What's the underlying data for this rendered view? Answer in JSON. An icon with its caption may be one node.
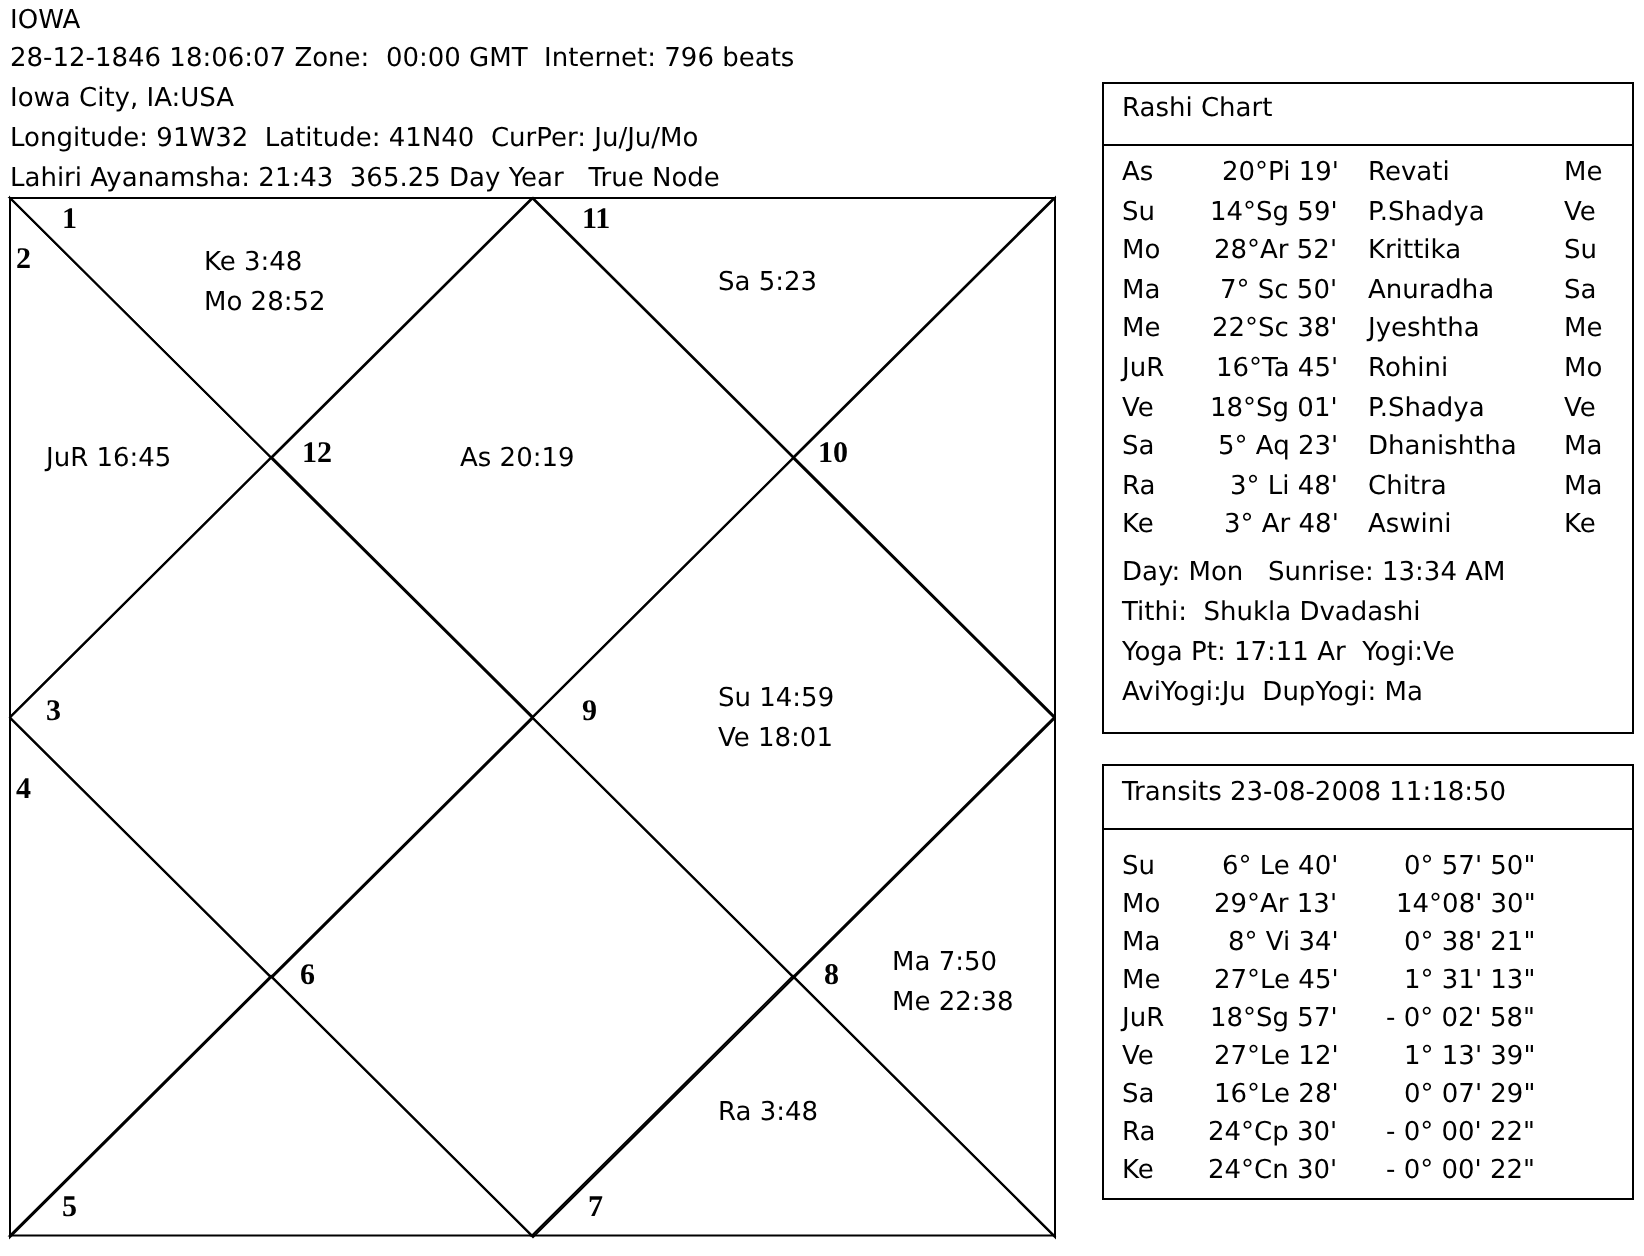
{
  "diagram": {
    "title": "IOWA",
    "nodes": [
      {
        "text": [
          "1",
          "Ke 3:48",
          "Mo 28:52"
        ]
      },
      {
        "text": [
          "2",
          "JuR 16:45"
        ]
      },
      {
        "text": [
          "3"
        ]
      },
      {
        "text": [
          "4"
        ]
      },
      {
        "text": [
          "5"
        ]
      },
      {
        "text": [
          "6"
        ]
      },
      {
        "text": [
          "7",
          "Ra 3:48"
        ]
      },
      {
        "text": [
          "8",
          "Ma 7:50",
          "Me 22:38"
        ]
      },
      {
        "text": [
          "9",
          "Su 14:59",
          "Ve 18:01"
        ]
      },
      {
        "text": [
          "10"
        ]
      },
      {
        "text": [
          "11",
          "Sa 5:23"
        ]
      },
      {
        "text": [
          "12",
          "As 20:19"
        ]
      },
      {
        "text": [
          "Rashi Chart"
        ]
      },
      {
        "text": [
          "Transits 23-08-2008 11:18:50"
        ]
      }
    ],
    "labels": [
      "28-12-1846 18:06:07 Zone:  00:00 GMT  Internet: 796 beats",
      "Iowa City, IA:USA",
      "Longitude: 91W32  Latitude: 41N40  CurPer: Ju/Ju/Mo",
      "Lahiri Ayanamsha: 21:43  365.25 Day Year   True Node",
      "As",
      "20°Pi 19'",
      "Revati",
      "Me",
      "Su",
      "14°Sg 59'",
      "P.Shadya",
      "Ve",
      "Mo",
      "28°Ar 52'",
      "Krittika",
      "Su",
      "Ma",
      "7° Sc 50'",
      "Anuradha",
      "Sa",
      "Me",
      "22°Sc 38'",
      "Jyeshtha",
      "Me",
      "JuR",
      "16°Ta 45'",
      "Rohini",
      "Mo",
      "Ve",
      "18°Sg 01'",
      "P.Shadya",
      "Ve",
      "Sa",
      "5° Aq 23'",
      "Dhanishtha",
      "Ma",
      "Ra",
      "3° Li 48'",
      "Chitra",
      "Ma",
      "Ke",
      "3° Ar 48'",
      "Aswini",
      "Ke",
      "Day: Mon   Sunrise: 13:34 AM",
      "Tithi:  Shukla Dvadashi",
      "Yoga Pt: 17:11 Ar  Yogi:Ve",
      "AviYogi:Ju  DupYogi: Ma",
      "Su",
      "6° Le 40'",
      "0° 57' 50\"",
      "Mo",
      "29°Ar 13'",
      "14°08' 30\"",
      "Ma",
      "8° Vi 34'",
      "0° 38' 21\"",
      "Me",
      "27°Le 45'",
      "1° 31' 13\"",
      "JuR",
      "18°Sg 57'",
      "- 0° 02' 58\"",
      "Ve",
      "27°Le 12'",
      "1° 13' 39\"",
      "Sa",
      "16°Le 28'",
      "0° 07' 29\"",
      "Ra",
      "24°Cp 30'",
      "- 0° 00' 22\"",
      "Ke",
      "24°Cn 30'",
      "- 0° 00' 22\""
    ]
  }
}
